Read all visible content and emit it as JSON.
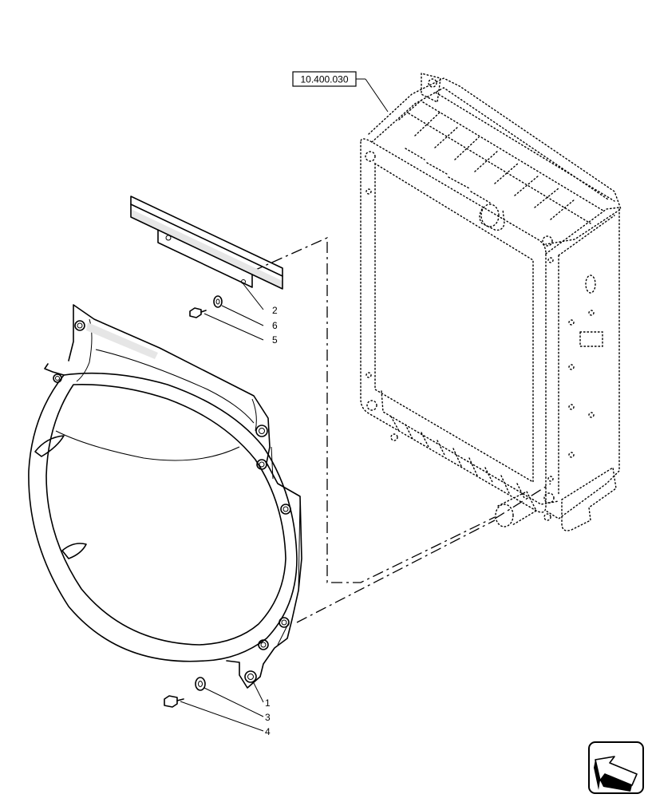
{
  "reference_box": {
    "label": "10.400.030"
  },
  "callouts": [
    {
      "id": "callout-2",
      "label": "2"
    },
    {
      "id": "callout-6",
      "label": "6"
    },
    {
      "id": "callout-5",
      "label": "5"
    },
    {
      "id": "callout-1",
      "label": "1"
    },
    {
      "id": "callout-3",
      "label": "3"
    },
    {
      "id": "callout-4",
      "label": "4"
    }
  ],
  "nav_icon": {
    "name": "next-page-arrow-icon"
  }
}
